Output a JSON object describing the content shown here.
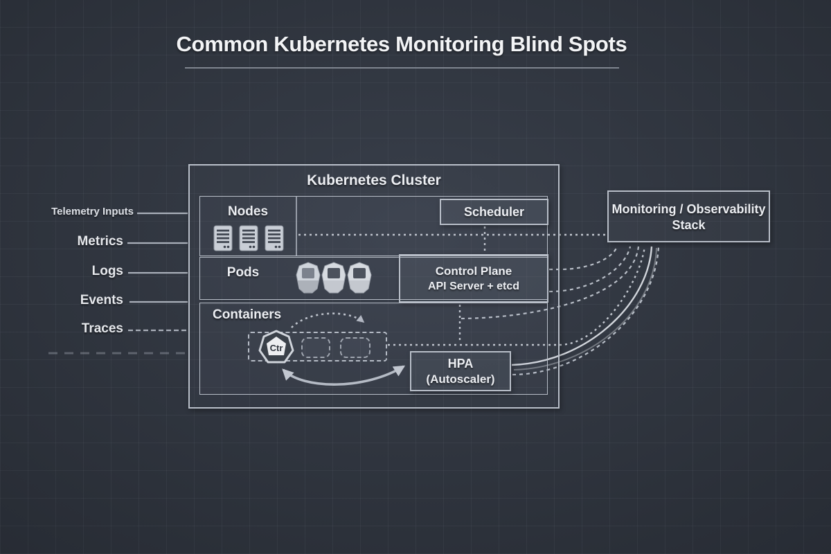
{
  "title": "Common Kubernetes Monitoring Blind Spots",
  "telemetry": {
    "heading": "Telemetry Inputs",
    "metrics": "Metrics",
    "logs": "Logs",
    "events": "Events",
    "traces": "Traces"
  },
  "cluster": {
    "title": "Kubernetes Cluster",
    "nodes_label": "Nodes",
    "scheduler_label": "Scheduler",
    "pods_label": "Pods",
    "control_plane_line1": "Control Plane",
    "control_plane_line2": "API Server + etcd",
    "containers_label": "Containers",
    "ctr_label": "Ctr"
  },
  "hpa": {
    "line1": "HPA",
    "line2": "(Autoscaler)"
  },
  "monitoring": {
    "line1": "Monitoring / Observability",
    "line2": "Stack"
  },
  "icons": {
    "node": "server-icon",
    "pod": "pod-hexagon-icon",
    "container": "container-ctr-hexagon-icon"
  },
  "colors": {
    "background": "#2c313a",
    "grid_line": "#3d4450",
    "box_border": "#b9bfc9",
    "text": "#eceef2",
    "dashed_connector": "#c2c7cf",
    "solid_connector": "#d2d6dc"
  },
  "connections": [
    {
      "from": "nodes-row",
      "to": "monitoring-stack",
      "style": "dotted"
    },
    {
      "from": "scheduler",
      "to": "control-plane",
      "style": "dotted"
    },
    {
      "from": "control-plane",
      "to": "monitoring-stack",
      "style": "dashed"
    },
    {
      "from": "control-plane-etcd",
      "to": "monitoring-stack",
      "style": "dashed"
    },
    {
      "from": "control-plane-bottom",
      "to": "monitoring-stack",
      "style": "dashed"
    },
    {
      "from": "containers-group",
      "to": "monitoring-stack",
      "style": "dotted"
    },
    {
      "from": "hpa",
      "to": "monitoring-stack",
      "style": "solid"
    },
    {
      "from": "hpa-lower",
      "to": "monitoring-stack",
      "style": "dashed"
    },
    {
      "from": "containers-group",
      "to": "hpa",
      "style": "solid-arrow-bidirectional"
    },
    {
      "from": "containers-scale-loop",
      "to": "containers-group",
      "style": "dotted-arrow"
    }
  ]
}
